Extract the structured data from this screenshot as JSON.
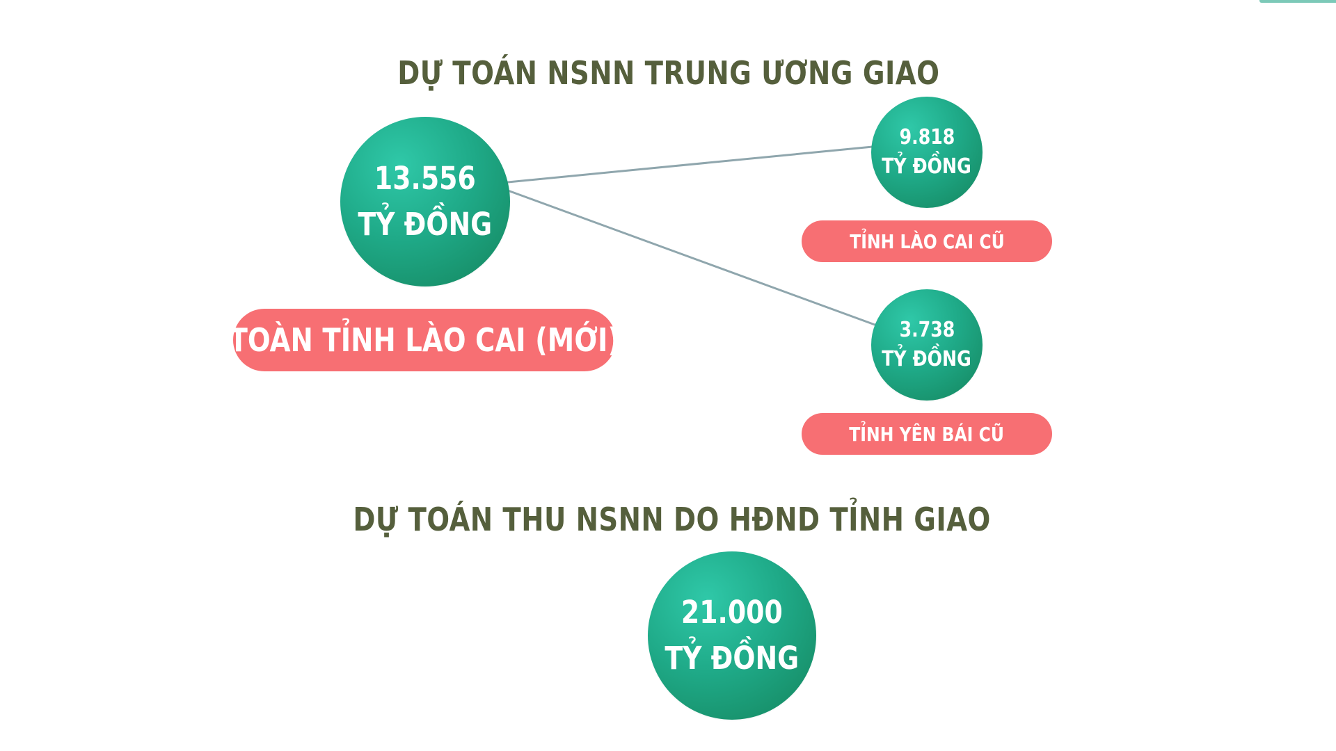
{
  "colors": {
    "heading": "#555f3c",
    "bubble_light": "#2fc8a8",
    "bubble_dark": "#14845c",
    "pill": "#f76f73",
    "connector": "#8fa6ad",
    "accent": "#7cc9b8"
  },
  "central_budget": {
    "heading": "DỰ TOÁN NSNN TRUNG ƯƠNG GIAO",
    "total": {
      "value": "13.556",
      "unit": "TỶ ĐỒNG",
      "label": "TOÀN TỈNH LÀO CAI (MỚI)"
    },
    "parts": [
      {
        "value": "9.818",
        "unit": "TỶ ĐỒNG",
        "label": "TỈNH LÀO CAI CŨ"
      },
      {
        "value": "3.738",
        "unit": "TỶ ĐỒNG",
        "label": "TỈNH YÊN BÁI CŨ"
      }
    ]
  },
  "provincial_budget": {
    "heading": "DỰ TOÁN THU NSNN DO HĐND TỈNH GIAO",
    "total": {
      "value": "21.000",
      "unit": "TỶ ĐỒNG"
    }
  }
}
